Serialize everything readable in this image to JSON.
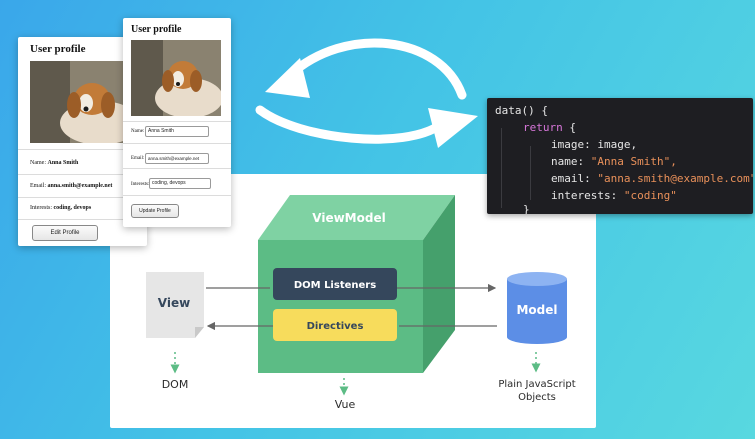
{
  "profile_card_large": {
    "title": "User profile",
    "name_label": "Name:",
    "name_value": "Anna Smith",
    "email_label": "Email:",
    "email_value": "anna.smith@example.net",
    "interests_label": "Interests:",
    "interests_value": "coding, devops",
    "button_label": "Edit Profile"
  },
  "profile_card_edit": {
    "title": "User profile",
    "name_label": "Name:",
    "name_input": "Anna Smith",
    "email_label": "Email:",
    "email_input": "anna.smith@example.net",
    "interests_label": "Interests:",
    "interests_input": "coding, devops",
    "button_label": "Update Profile"
  },
  "code": {
    "line1": "data() {",
    "return_kw": "return",
    "brace_open": " {",
    "image_key": "image:",
    "image_val": " image,",
    "name_key": "name:",
    "name_val": " \"Anna Smith\",",
    "email_key": "email:",
    "email_val": " \"anna.smith@example.com\",",
    "interests_key": "interests:",
    "interests_val": " \"coding\"",
    "brace_close": "}"
  },
  "diagram": {
    "view_label": "View",
    "viewmodel_label": "ViewModel",
    "dom_listeners_label": "DOM Listeners",
    "directives_label": "Directives",
    "model_label": "Model",
    "dom_caption": "DOM",
    "vue_caption": "Vue",
    "model_caption_line1": "Plain JavaScript",
    "model_caption_line2": "Objects"
  },
  "colors": {
    "viewmodel_front": "#5cbc85",
    "viewmodel_top": "#7fd2a3",
    "viewmodel_side": "#45a06c",
    "dom_listeners_bg": "#35475c",
    "directives_bg": "#f7dc5c",
    "model_cylinder": "#5c8ee6",
    "view_doc": "#e6e6e6",
    "arrow_dots": "#5cbc85"
  }
}
